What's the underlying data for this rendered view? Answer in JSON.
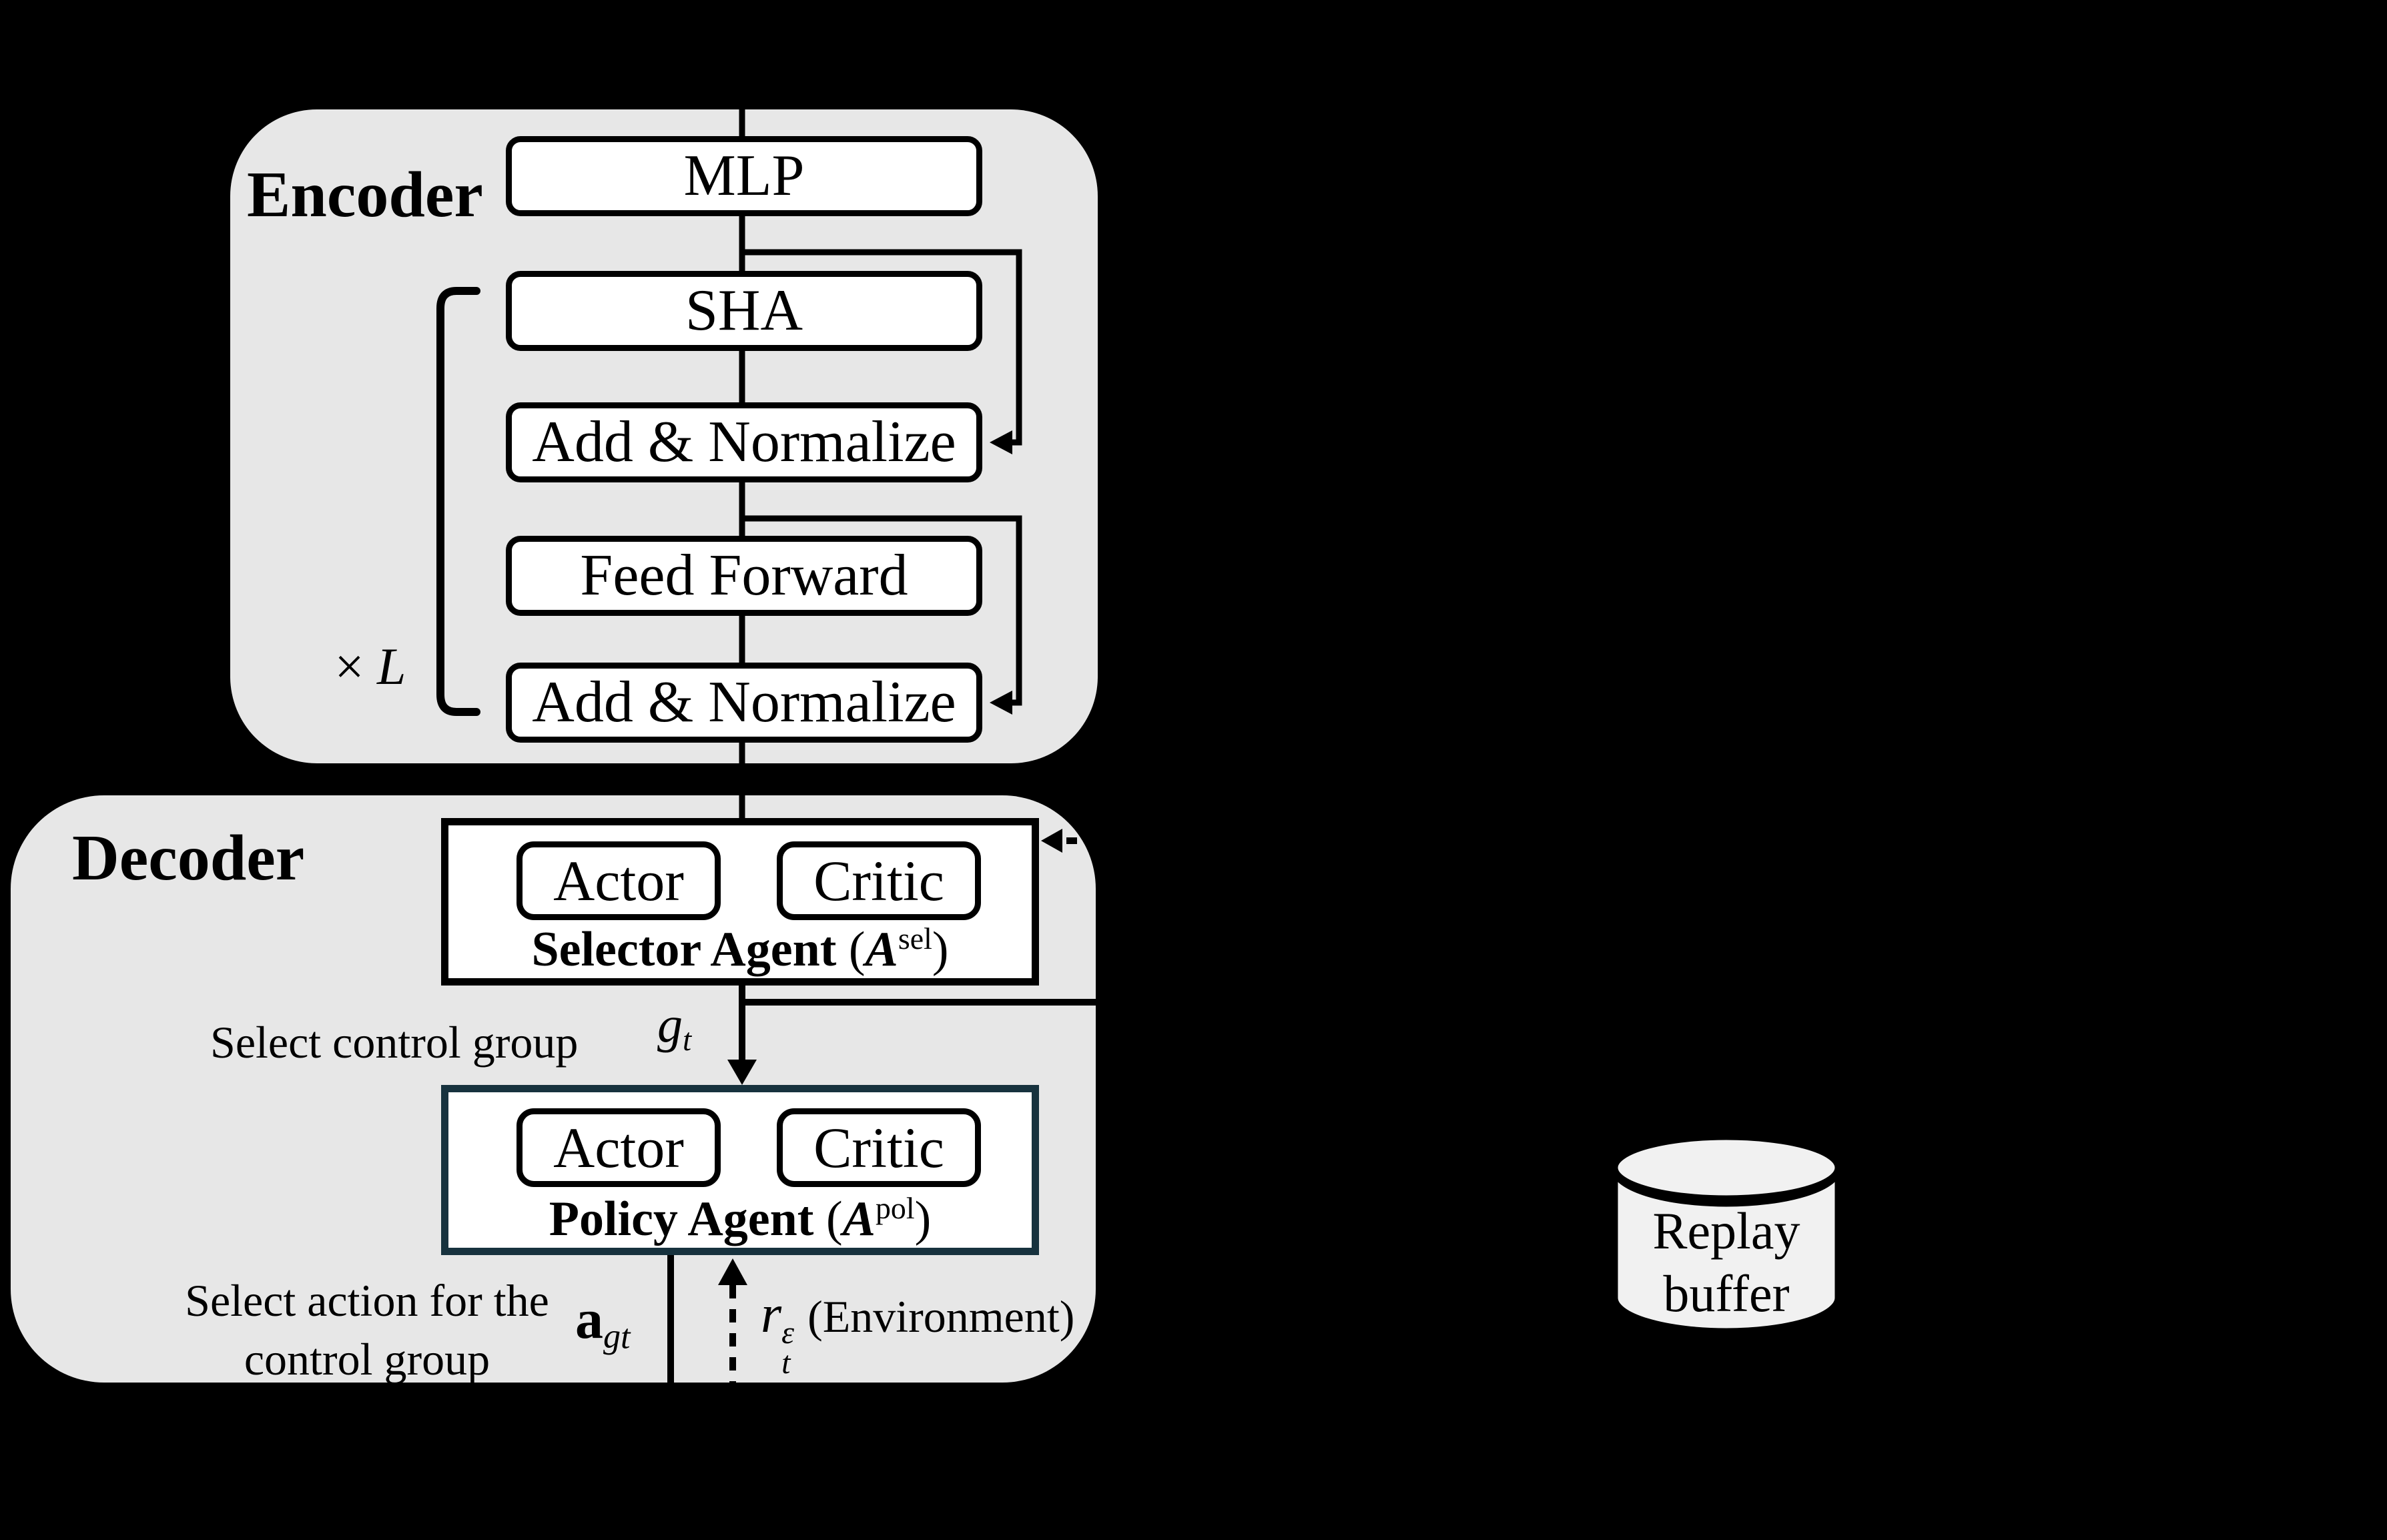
{
  "encoder": {
    "label": "Encoder",
    "boxes": [
      "MLP",
      "SHA",
      "Add & Normalize",
      "Feed Forward",
      "Add & Normalize"
    ],
    "repeat": {
      "times_symbol": "×",
      "count_symbol": "L"
    }
  },
  "decoder": {
    "label": "Decoder",
    "selector_agent": {
      "actor": "Actor",
      "critic": "Critic",
      "caption_name": "Selector Agent",
      "caption_open": "(",
      "caption_symbol": "A",
      "caption_sup": "sel",
      "caption_close": ")"
    },
    "policy_agent": {
      "actor": "Actor",
      "critic": "Critic",
      "caption_name": "Policy Agent",
      "caption_open": "(",
      "caption_symbol": "A",
      "caption_sup": "pol",
      "caption_close": ")"
    },
    "select_control_group": "Select control group",
    "g_symbol": "g",
    "g_sub": "t",
    "select_action_line1": "Select action for the",
    "select_action_line2": "control group",
    "a_symbol": "a",
    "a_sub_g": "g",
    "a_sub_t": "t",
    "r_symbol": "r",
    "r_sup": "ε",
    "r_sub": "t",
    "environment_label": "(Environment)"
  },
  "replay_buffer": {
    "line1": "Replay",
    "line2": "buffer"
  },
  "colors": {
    "panel_gray": "#e7e7e7",
    "box_white": "#ffffff",
    "line_black": "#000000",
    "policy_border": "#17323e",
    "cylinder_fill": "#f1f1f1"
  }
}
